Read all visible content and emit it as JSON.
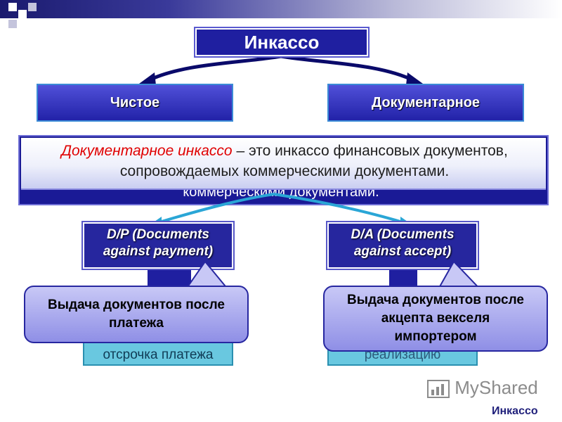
{
  "title": "Инкассо",
  "types": {
    "left": "Чистое",
    "right": "Документарное"
  },
  "definition": {
    "term": "Документарное инкассо",
    "rest_line1": " – это инкассо финансовых документов,",
    "line2": "сопровождаемых коммерческими документами.",
    "ghost": "коммерческими документами."
  },
  "dp": {
    "line1": "D/P (Documents",
    "line2": "against payment)"
  },
  "da": {
    "line1": "D/A (Documents",
    "line2": "against accept)"
  },
  "teal_left": "отсрочка платежа",
  "teal_right": "реализацию",
  "callout_left": {
    "line1": "Выдача документов после",
    "line2": "платежа"
  },
  "callout_right": {
    "line1": "Выдача документов после",
    "line2": "акцепта векселя",
    "line3": "импортером"
  },
  "logo_text": "MyShared",
  "footer": "Инкассо",
  "colors": {
    "dark_blue": "#1f1fa0",
    "red_term": "#e00000",
    "callout": "#9c9ce8",
    "teal": "#69c8e0"
  }
}
